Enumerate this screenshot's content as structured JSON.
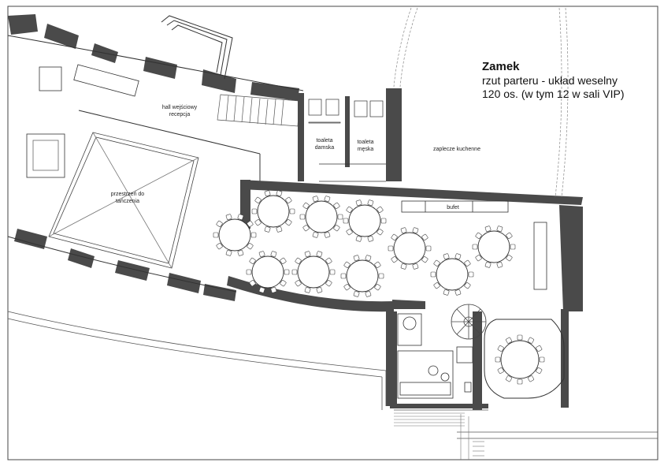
{
  "title": {
    "name": "Zamek",
    "line1": "rzut parteru - układ weselny",
    "line2": "120 os. (w tym 12 w sali VIP)"
  },
  "rooms": {
    "hall_line1": "hall wejściowy",
    "hall_line2": "recepcja",
    "dance_line1": "przestrzeń do",
    "dance_line2": "tańczenia",
    "toilet_f_line1": "toaleta",
    "toilet_f_line2": "damska",
    "toilet_m_line1": "toaleta",
    "toilet_m_line2": "męska",
    "kitchen": "zaplecze kuchenne",
    "buffet": "bufet"
  },
  "colors": {
    "wall": "#4a4a4a",
    "line": "#333333",
    "light": "#888888"
  }
}
